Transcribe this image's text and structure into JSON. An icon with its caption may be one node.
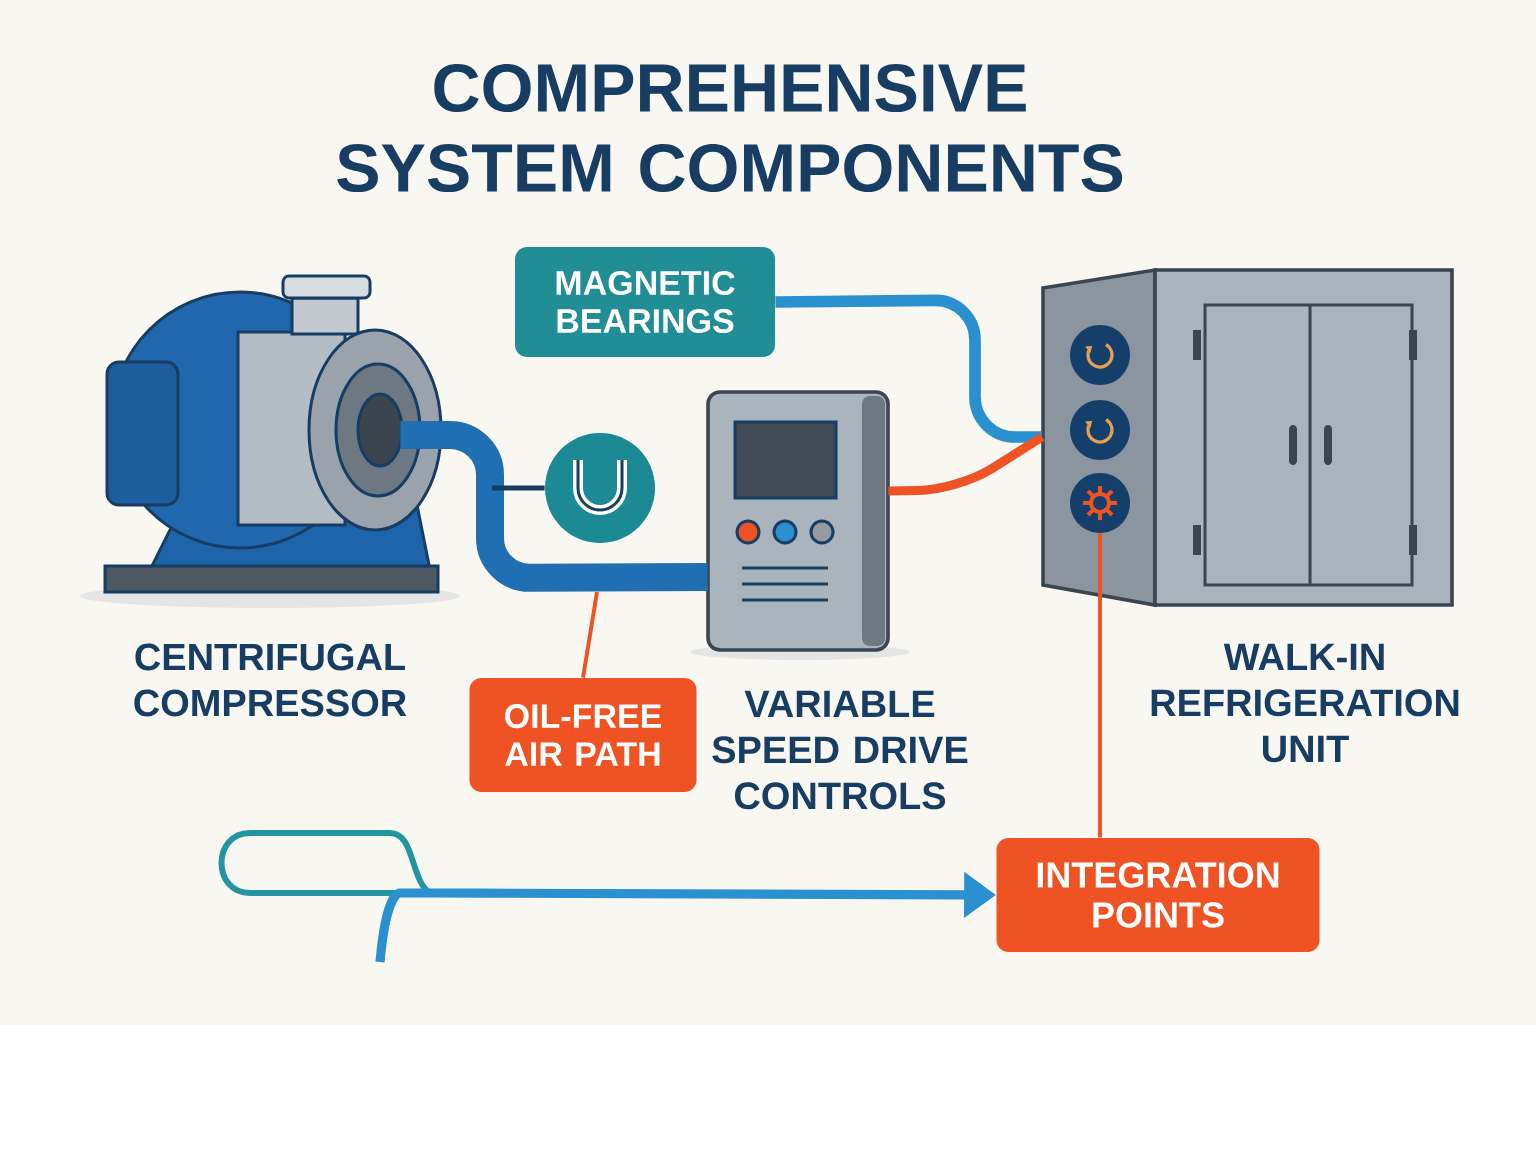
{
  "diagram": {
    "title": "COMPREHENSIVE SYSTEM COMPONENTS",
    "nodes": [
      {
        "text": [],
        "shape": "picture",
        "beside": [
          "CENTRIFUGAL COMPRESSOR"
        ]
      },
      {
        "text": [],
        "shape": "circle"
      },
      {
        "text": [],
        "shape": "picture",
        "beside": [
          "VARIABLE SPEED DRIVE CONTROLS"
        ]
      },
      {
        "text": [],
        "shape": "picture",
        "beside": [
          "WALK-IN REFRIGERATION UNIT"
        ]
      },
      {
        "text": [
          "MAGNETIC BEARINGS"
        ]
      },
      {
        "text": [
          "OIL-FREE AIR PATH"
        ]
      },
      {
        "text": [
          "INTEGRATION POINTS"
        ]
      },
      {
        "text": [],
        "shape": "circle"
      }
    ],
    "edges": [
      {
        "from": 0,
        "to": 2,
        "arrow": "none",
        "style": "thick",
        "color": "#1f6fb2"
      },
      {
        "from": 4,
        "to": 3,
        "arrow": "none",
        "color": "#2b90d0"
      },
      {
        "from": 2,
        "to": 3,
        "arrow": "none",
        "color": "#ef5323"
      },
      {
        "from": 5,
        "to": null,
        "arrow": "none",
        "color": "#ef5323"
      },
      {
        "from": 7,
        "to": 6,
        "arrow": "none",
        "color": "#ef5323"
      },
      {
        "from": null,
        "to": 6,
        "arrow": "to",
        "color": "#2b90d0"
      },
      {
        "from": 1,
        "to": null,
        "arrow": "none",
        "color": "#173d63"
      }
    ]
  }
}
